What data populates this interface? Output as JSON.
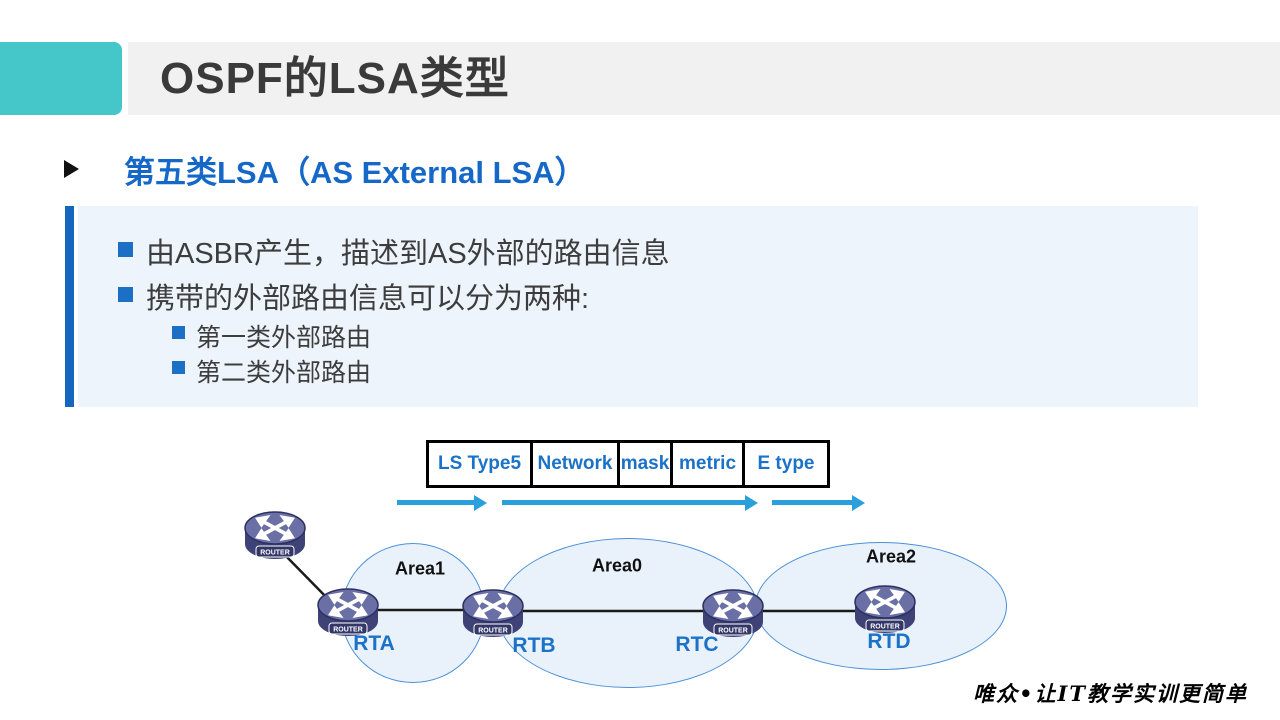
{
  "slide": {
    "title": "OSPF的LSA类型",
    "heading": "第五类LSA（AS External LSA）",
    "bullets": [
      "由ASBR产生，描述到AS外部的路由信息",
      "携带的外部路由信息可以分为两种:"
    ],
    "sub_bullets": [
      "第一类外部路由",
      "第二类外部路由"
    ],
    "footer": "唯众•让IT教学实训更简单"
  },
  "packet_table": {
    "fields": [
      "LS Type5",
      "Network",
      "mask",
      "metric",
      "E type"
    ]
  },
  "diagram": {
    "router_band_label": "ROUTER",
    "areas": [
      "Area1",
      "Area0",
      "Area2"
    ],
    "router_names": [
      "RTA",
      "RTB",
      "RTC",
      "RTD"
    ]
  },
  "colors": {
    "accent_teal": "#45c6c9",
    "title_band_gray": "#f1f1f1",
    "heading_blue": "#1568c8",
    "label_blue": "#1b72c7",
    "arrow_blue": "#29a0db",
    "content_box_bg": "#edf4fc",
    "content_box_bar": "#1566be",
    "area_fill": "#e9f2fb",
    "area_border": "#4b90d8"
  }
}
